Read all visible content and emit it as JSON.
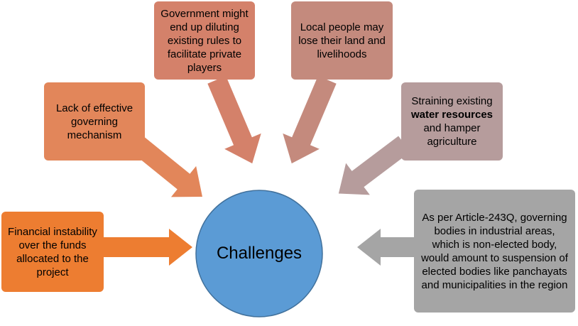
{
  "center": {
    "label": "Challenges",
    "color": "#5b9bd5"
  },
  "challenges": [
    {
      "text": "Financial instability over the funds allocated to the project",
      "color": "#ed7d31"
    },
    {
      "text": "Lack of effective governing mechanism",
      "color": "#e2865a"
    },
    {
      "text": "Government might end up diluting existing rules to facilitate private players",
      "color": "#d4816a"
    },
    {
      "text": "Local people may lose their land and livelihoods",
      "color": "#c48a7d"
    },
    {
      "text_before": "Straining existing ",
      "text_bold": "water resources",
      "text_after": " and hamper agriculture",
      "color": "#b69c9c"
    },
    {
      "text": "As per Article-243Q, governing bodies in industrial areas, which is non-elected body, would amount to suspension of elected bodies like panchayats and municipalities in the region",
      "color": "#a5a5a5"
    }
  ]
}
